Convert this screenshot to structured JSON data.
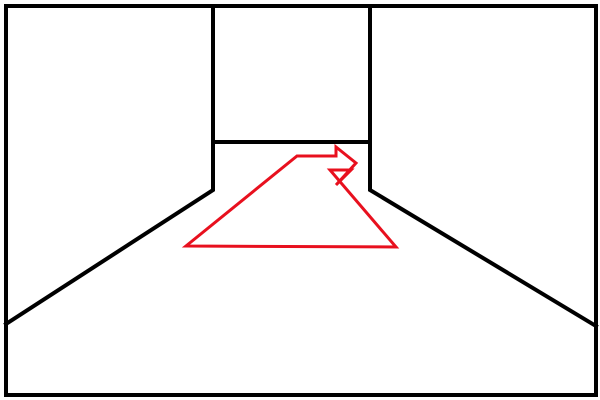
{
  "scene": {
    "description_visible_text": "",
    "colors": {
      "background": "#ffffff",
      "lines": "#000000",
      "arrow": "#e8101e"
    },
    "elements": [
      "outer-frame",
      "back-wall",
      "left-wall-edge",
      "right-wall-edge",
      "floor-path-arrow"
    ]
  }
}
